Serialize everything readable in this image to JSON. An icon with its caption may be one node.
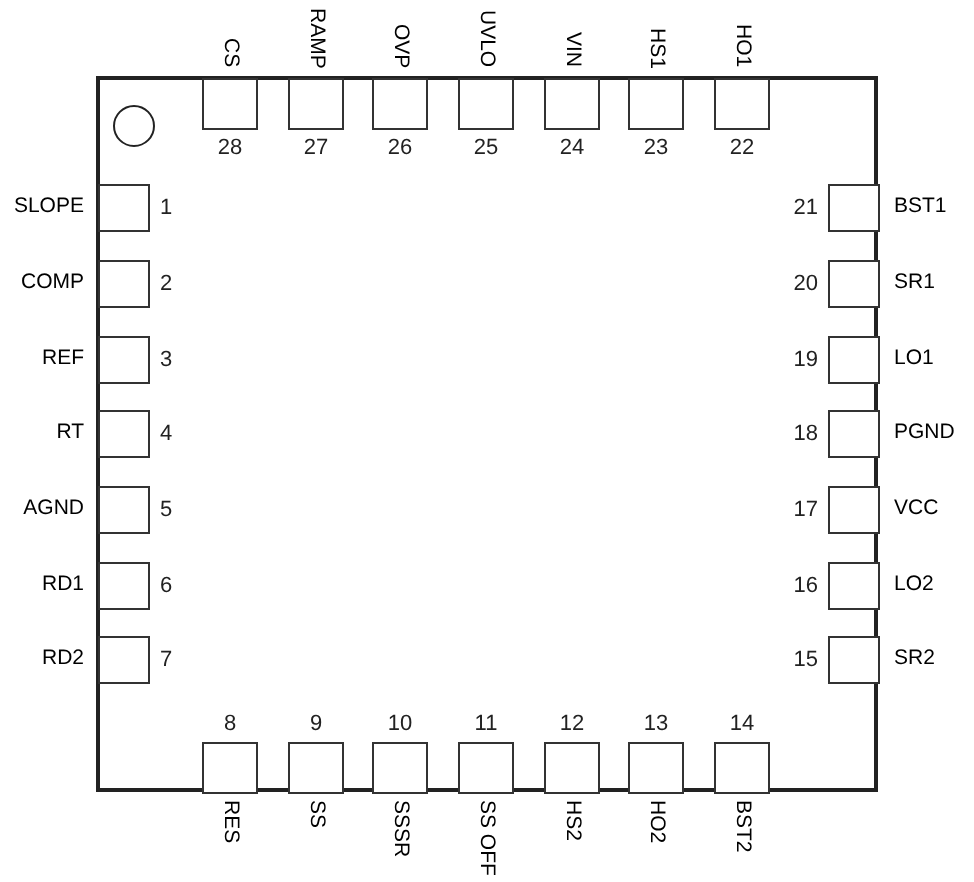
{
  "diagram": {
    "nodes": [
      {
        "text": [],
        "shape": "box"
      },
      {
        "text": [
          "SLOPE"
        ],
        "beside": [
          "1"
        ],
        "in": 0
      },
      {
        "text": [
          "COMP"
        ],
        "beside": [
          "2"
        ],
        "in": 0
      },
      {
        "text": [
          "REF"
        ],
        "beside": [
          "3"
        ],
        "in": 0
      },
      {
        "text": [
          "RT"
        ],
        "beside": [
          "4"
        ],
        "in": 0
      },
      {
        "text": [
          "AGND"
        ],
        "beside": [
          "5"
        ],
        "in": 0
      },
      {
        "text": [
          "RD1"
        ],
        "beside": [
          "6"
        ],
        "in": 0
      },
      {
        "text": [
          "RD2"
        ],
        "beside": [
          "7"
        ],
        "in": 0
      },
      {
        "text": [
          "RES"
        ],
        "beside": [
          "8"
        ],
        "in": 0
      },
      {
        "text": [
          "SS"
        ],
        "beside": [
          "9"
        ],
        "in": 0
      },
      {
        "text": [
          "SSSR"
        ],
        "beside": [
          "10"
        ],
        "in": 0
      },
      {
        "text": [
          "SS OFF"
        ],
        "beside": [
          "11"
        ],
        "in": 0
      },
      {
        "text": [
          "HS2"
        ],
        "beside": [
          "12"
        ],
        "in": 0
      },
      {
        "text": [
          "HO2"
        ],
        "beside": [
          "13"
        ],
        "in": 0
      },
      {
        "text": [
          "BST2"
        ],
        "beside": [
          "14"
        ],
        "in": 0
      },
      {
        "text": [
          "SR2"
        ],
        "beside": [
          "15"
        ],
        "in": 0
      },
      {
        "text": [
          "LO2"
        ],
        "beside": [
          "16"
        ],
        "in": 0
      },
      {
        "text": [
          "VCC"
        ],
        "beside": [
          "17"
        ],
        "in": 0
      },
      {
        "text": [
          "PGND"
        ],
        "beside": [
          "18"
        ],
        "in": 0
      },
      {
        "text": [
          "LO1"
        ],
        "beside": [
          "19"
        ],
        "in": 0
      },
      {
        "text": [
          "SR1"
        ],
        "beside": [
          "20"
        ],
        "in": 0
      },
      {
        "text": [
          "BST1"
        ],
        "beside": [
          "21"
        ],
        "in": 0
      },
      {
        "text": [
          "HO1"
        ],
        "beside": [
          "22"
        ],
        "in": 0
      },
      {
        "text": [
          "HS1"
        ],
        "beside": [
          "23"
        ],
        "in": 0
      },
      {
        "text": [
          "VIN"
        ],
        "beside": [
          "24"
        ],
        "in": 0
      },
      {
        "text": [
          "UVLO"
        ],
        "beside": [
          "25"
        ],
        "in": 0
      },
      {
        "text": [
          "OVP"
        ],
        "beside": [
          "26"
        ],
        "in": 0
      },
      {
        "text": [
          "RAMP"
        ],
        "beside": [
          "27"
        ],
        "in": 0
      },
      {
        "text": [
          "CS"
        ],
        "beside": [
          "28"
        ],
        "in": 0
      }
    ]
  }
}
